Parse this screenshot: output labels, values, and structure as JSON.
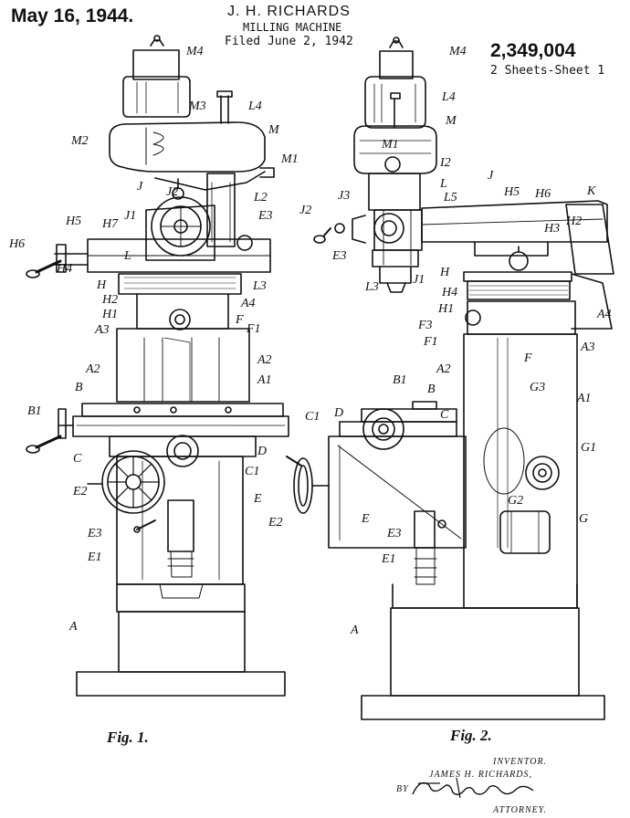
{
  "header": {
    "date": "May 16, 1944.",
    "inventor_header": "J. H. RICHARDS",
    "title": "MILLING MACHINE",
    "filed": "Filed June 2, 1942",
    "patent_number": "2,349,004",
    "sheets": "2 Sheets-Sheet 1"
  },
  "figures": {
    "fig1": {
      "caption": "Fig. 1.",
      "labels": [
        "M4",
        "M3",
        "L4",
        "M2",
        "M",
        "M1",
        "J",
        "J2",
        "L2",
        "J1",
        "E3",
        "H5",
        "H7",
        "H6",
        "L",
        "H4",
        "H",
        "L3",
        "H2",
        "A4",
        "H1",
        "F",
        "F1",
        "A3",
        "A2",
        "A2",
        "A1",
        "B",
        "B1",
        "C",
        "D",
        "C1",
        "E2",
        "E",
        "E3",
        "E1",
        "A"
      ]
    },
    "fig2": {
      "caption": "Fig. 2.",
      "labels": [
        "M4",
        "L4",
        "M",
        "M1",
        "I2",
        "J",
        "J2",
        "J3",
        "L",
        "L5",
        "H5",
        "H6",
        "K",
        "H3",
        "H2",
        "E3",
        "J1",
        "H",
        "H4",
        "L3",
        "H1",
        "A4",
        "F3",
        "F1",
        "F",
        "A3",
        "A2",
        "G3",
        "A1",
        "B1",
        "B",
        "C1",
        "D",
        "C",
        "G1",
        "G2",
        "E2",
        "E",
        "E3",
        "G",
        "E1",
        "A"
      ]
    }
  },
  "signature": {
    "inventor_label": "INVENTOR.",
    "inventor_name": "JAMES H. RICHARDS,",
    "by": "BY",
    "attorney_signature": "Frederick L. Maas",
    "attorney_label": "ATTORNEY."
  }
}
